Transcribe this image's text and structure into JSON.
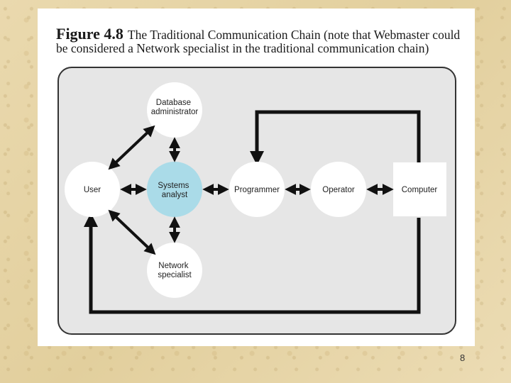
{
  "figure": {
    "number": "Figure 4.8",
    "caption": "The Traditional Communication Chain (note that Webmaster could be considered a Network specialist in the traditional communication chain)"
  },
  "nodes": {
    "database_admin": [
      "Database",
      "administrator"
    ],
    "user": [
      "User"
    ],
    "systems_analyst": [
      "Systems",
      "analyst"
    ],
    "network_specialist": [
      "Network",
      "specialist"
    ],
    "programmer": [
      "Programmer"
    ],
    "operator": [
      "Operator"
    ],
    "computer": [
      "Computer"
    ]
  },
  "colors": {
    "node_fill": "#ffffff",
    "highlight_fill": "#aadbe8",
    "arrow": "#111111",
    "panel": "#e6e6e6"
  },
  "page_number": "8"
}
